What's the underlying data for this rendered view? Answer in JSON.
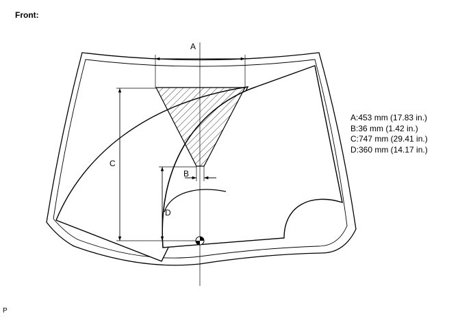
{
  "heading": "Front:",
  "corner_mark": "P",
  "dimension_labels": {
    "a": "A",
    "b": "B",
    "c": "C",
    "d": "D"
  },
  "legend": [
    "A:453 mm (17.83 in.)",
    "B:36 mm (1.42 in.)",
    "C:747 mm (29.41 in.)",
    "D:360 mm (14.17 in.)"
  ],
  "colors": {
    "line": "#000000",
    "background": "#ffffff"
  }
}
